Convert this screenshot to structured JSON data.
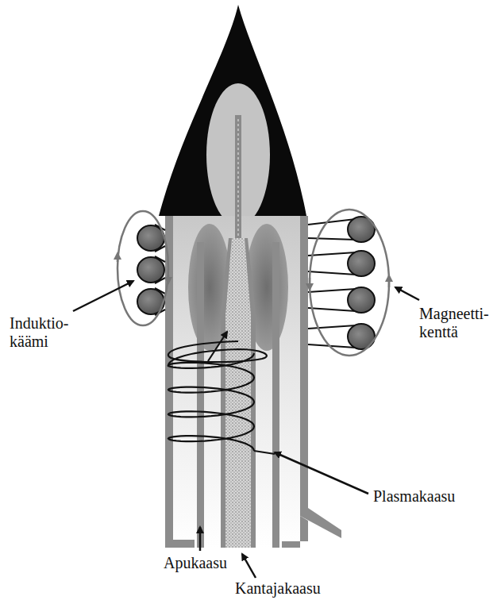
{
  "diagram": {
    "labels": [
      "Induktio- käämi",
      "Magneetti- kenttä",
      "Plasmakaasu",
      "Apukaasu",
      "Kantajakaasu"
    ]
  }
}
